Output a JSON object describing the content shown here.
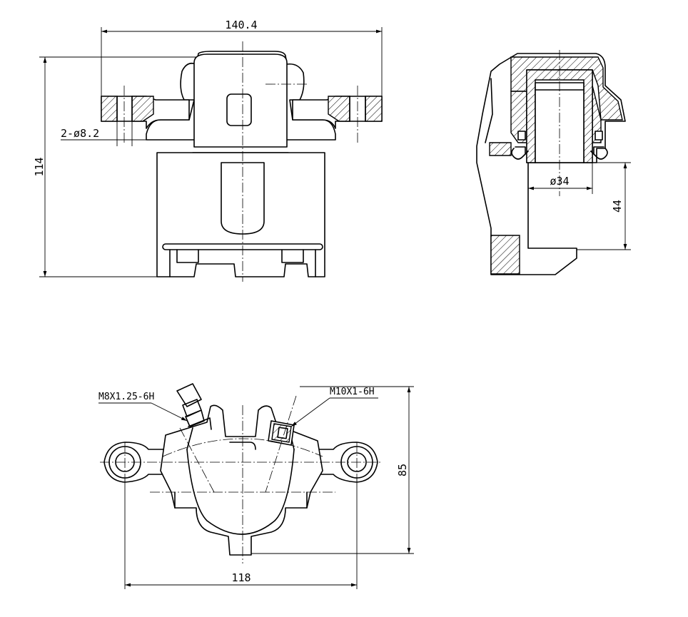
{
  "dimensions": {
    "overall_width": "140.4",
    "height": "114",
    "mount_holes": "2-ø8.2",
    "piston_diameter": "ø34",
    "piston_depth": "44",
    "bleed_thread": "M8X1.25-6H",
    "inlet_thread": "M10X1-6H",
    "bottom_height": "85",
    "bottom_width": "118"
  },
  "icons": {
    "front_view": "brake-caliper-front-view",
    "section_view": "brake-caliper-section-view",
    "bottom_view": "brake-caliper-bottom-view"
  },
  "colors": {
    "line": "#000000",
    "background": "#ffffff"
  }
}
